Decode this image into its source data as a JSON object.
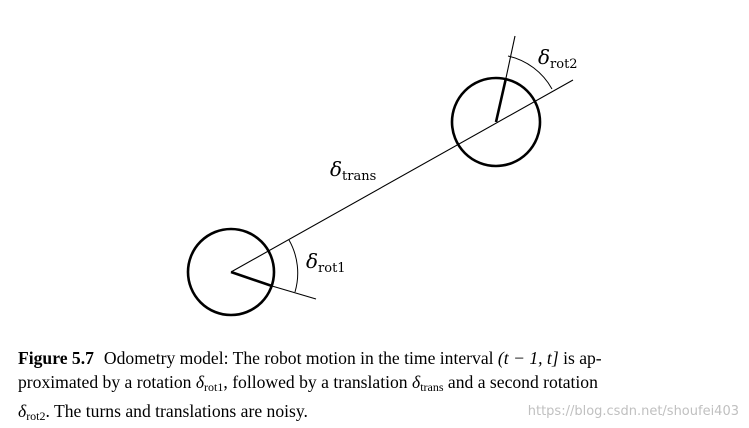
{
  "diagram": {
    "label_trans": {
      "symbol": "δ",
      "sub": "trans"
    },
    "label_rot1": {
      "symbol": "δ",
      "sub": "rot1"
    },
    "label_rot2": {
      "symbol": "δ",
      "sub": "rot2"
    }
  },
  "caption": {
    "figure_label": "Figure 5.7",
    "line1_text": "Odometry model: The robot motion in the time interval ",
    "interval": "(t − 1, t]",
    "line1_end": " is ap-",
    "line2_start": "proximated by a rotation ",
    "rot1_sym": "δ",
    "rot1_sub": "rot1",
    "line2_mid": ", followed by a translation ",
    "trans_sym": "δ",
    "trans_sub": "trans",
    "line2_end": " and a second rotation",
    "rot2_sym": "δ",
    "rot2_sub": "rot2",
    "line3_end": ". The turns and translations are noisy."
  },
  "watermark": "https://blog.csdn.net/shoufei403"
}
